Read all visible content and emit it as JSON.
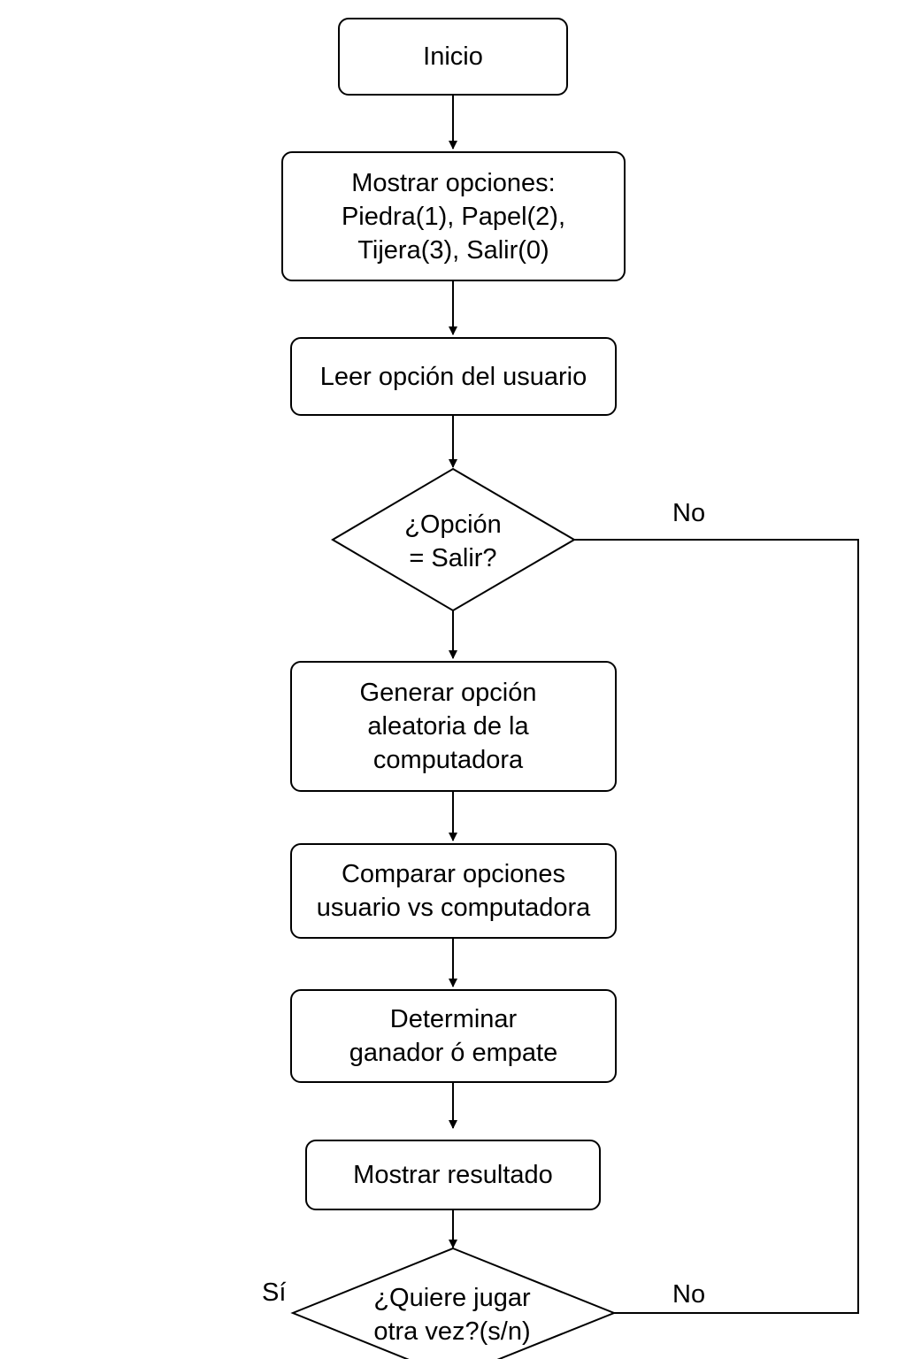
{
  "nodes": {
    "start": "Inicio",
    "show_options": "Mostrar opciones:\nPiedra(1), Papel(2),\n Tijera(3), Salir(0)",
    "read_option": " Leer opción del usuario",
    "is_exit": "¿Opción\n= Salir?",
    "generate": "Generar opción\naleatoria de la\ncomputadora",
    "compare": "Comparar opciones\n usuario vs computadora",
    "determine": "Determinar\nganador ó empate",
    "show_result": "Mostrar resultado",
    "play_again": "¿Quiere jugar\notra vez?(s/n)"
  },
  "labels": {
    "no_exit": "No",
    "yes_again": "Sí",
    "no_again": "No"
  }
}
